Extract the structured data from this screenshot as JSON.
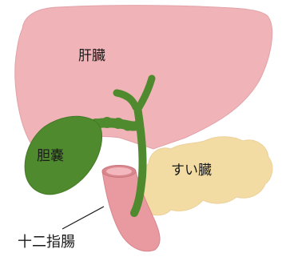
{
  "labels": {
    "liver": "肝臓",
    "gallbladder": "胆嚢",
    "pancreas": "すい臓",
    "duodenum": "十二指腸"
  },
  "colors": {
    "liver": "#efb3b8",
    "liver_outline": "#d98a92",
    "gallbladder": "#4f8a2e",
    "bile_duct": "#4f8a2e",
    "pancreas": "#f3dca4",
    "pancreas_outline": "#e3c07c",
    "duodenum": "#e89aa0",
    "duodenum_outline": "#c9777e"
  }
}
